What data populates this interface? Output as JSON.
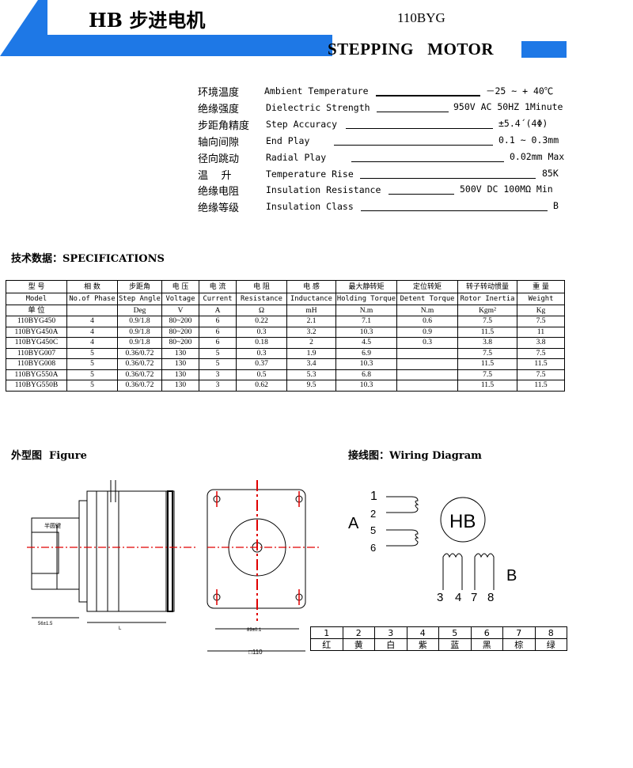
{
  "header": {
    "title_cn": "HB 步进电机",
    "model": "110BYG",
    "title_en": "STEPPING   MOTOR",
    "accent_color": "#1e78e6"
  },
  "params": [
    {
      "cn": "环境温度",
      "en": "Ambient Temperature",
      "value": "－25 ~ + 40℃"
    },
    {
      "cn": "绝缘强度",
      "en": "Dielectric Strength",
      "value": "950V AC 50HZ 1Minute"
    },
    {
      "cn": "步距角精度",
      "en": "Step Accuracy",
      "value": "±5.4´(4Φ)"
    },
    {
      "cn": "轴向间隙",
      "en": "End Play",
      "value": "0.1 ~ 0.3mm"
    },
    {
      "cn": "径向跳动",
      "en": "Radial Play",
      "value": "0.02mm Max"
    },
    {
      "cn": "温    升",
      "en": "Temperature Rise",
      "value": "85K"
    },
    {
      "cn": "绝缘电阻",
      "en": "Insulation Resistance",
      "value": "500V DC 100MΩ Min"
    },
    {
      "cn": "绝缘等级",
      "en": "Insulation Class",
      "value": "B"
    }
  ],
  "specs": {
    "heading": "技术数据：SPECIFICATIONS",
    "headers_cn": [
      "型    号",
      "相  数",
      "步距角",
      "电 压",
      "电 流",
      "电 阻",
      "电 感",
      "最大静转矩",
      "定位转矩",
      "转子转动惯量",
      "重 量"
    ],
    "headers_en": [
      "Model",
      "No.of Phase",
      "Step Angle",
      "Voltage",
      "Current",
      "Resistance",
      "Inductance",
      "Holding Torque",
      "Detent Torque",
      "Rotor Inertia",
      "Weight"
    ],
    "units": [
      "单  位",
      "",
      "Deg",
      "V",
      "A",
      "Ω",
      "mH",
      "N.m",
      "N.m",
      "Kgm²",
      "Kg"
    ],
    "rows": [
      [
        "110BYG450",
        "4",
        "0.9/1.8",
        "80~200",
        "6",
        "0.22",
        "2.1",
        "7.1",
        "0.6",
        "7.5",
        "7.5"
      ],
      [
        "110BYG450A",
        "4",
        "0.9/1.8",
        "80~200",
        "6",
        "0.3",
        "3.2",
        "10.3",
        "0.9",
        "11.5",
        "11"
      ],
      [
        "110BYG450C",
        "4",
        "0.9/1.8",
        "80~200",
        "6",
        "0.18",
        "2",
        "4.5",
        "0.3",
        "3.8",
        "3.8"
      ],
      [
        "110BYG007",
        "5",
        "0.36/0.72",
        "130",
        "5",
        "0.3",
        "1.9",
        "6.9",
        "",
        "7.5",
        "7.5"
      ],
      [
        "110BYG008",
        "5",
        "0.36/0.72",
        "130",
        "5",
        "0.37",
        "3.4",
        "10.3",
        "",
        "11.5",
        "11.5"
      ],
      [
        "110BYG550A",
        "5",
        "0.36/0.72",
        "130",
        "3",
        "0.5",
        "5.3",
        "6.8",
        "",
        "7.5",
        "7.5"
      ],
      [
        "110BYG550B",
        "5",
        "0.36/0.72",
        "130",
        "3",
        "0.62",
        "9.5",
        "10.3",
        "",
        "11.5",
        "11.5"
      ]
    ]
  },
  "figure": {
    "heading": "外型图  Figure",
    "dims": {
      "d1": "56±1.5",
      "d2": "L",
      "d3": "□110",
      "d4": "89±0.1"
    }
  },
  "wiring": {
    "heading": "接线图：Wiring Diagram",
    "phase_a": "A",
    "phase_b": "B",
    "logo": "HB",
    "left_pins": [
      "1",
      "2",
      "5",
      "6"
    ],
    "bottom_pins": [
      "3",
      "4",
      "7",
      "8"
    ],
    "numbers": [
      "1",
      "2",
      "3",
      "4",
      "5",
      "6",
      "7",
      "8"
    ],
    "colors": [
      "红",
      "黄",
      "白",
      "紫",
      "蓝",
      "黑",
      "棕",
      "绿"
    ]
  }
}
